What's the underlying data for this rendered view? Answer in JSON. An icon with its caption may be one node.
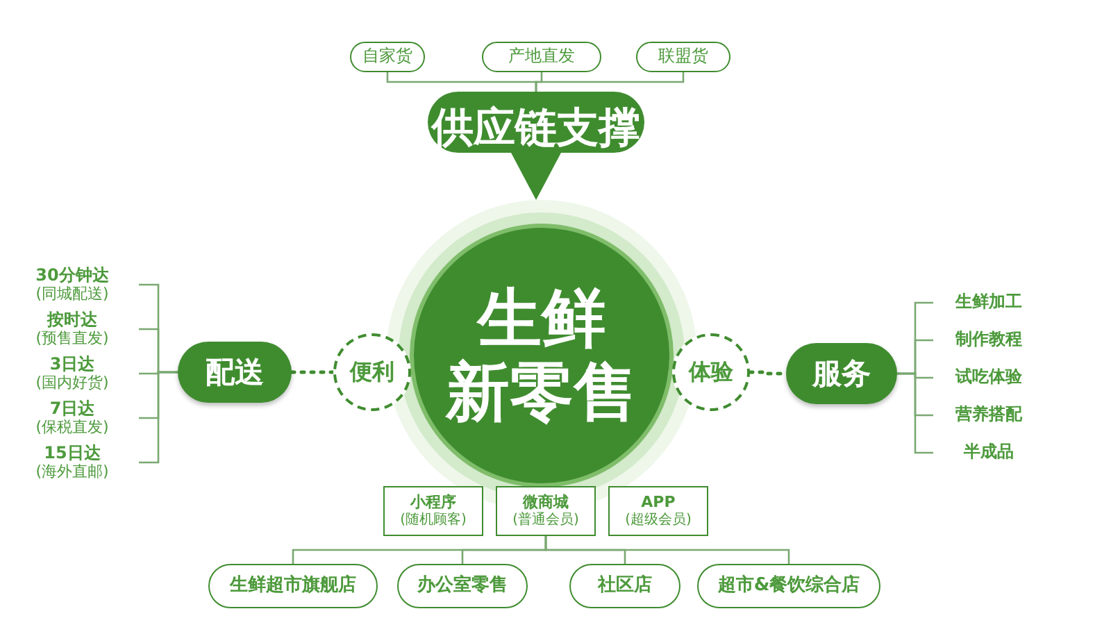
{
  "diagram": {
    "nodes": [
      {
        "text": [
          "自家货"
        ]
      },
      {
        "text": [
          "产地直发"
        ]
      },
      {
        "text": [
          "联盟货"
        ]
      },
      {
        "text": [
          "供应链支撑"
        ]
      },
      {
        "text": [
          "生鲜",
          "新零售"
        ]
      },
      {
        "text": [
          "便利"
        ]
      },
      {
        "text": [
          "体验"
        ]
      },
      {
        "text": [
          "配送"
        ]
      },
      {
        "text": [
          "服务"
        ]
      },
      {
        "text": [
          "30分钟达",
          "(同城配送)"
        ]
      },
      {
        "text": [
          "按时达",
          "(预售直发)"
        ]
      },
      {
        "text": [
          "3日达",
          "(国内好货)"
        ]
      },
      {
        "text": [
          "7日达",
          "(保税直发)"
        ]
      },
      {
        "text": [
          "15日达",
          "(海外直邮)"
        ]
      },
      {
        "text": [
          "生鲜加工"
        ]
      },
      {
        "text": [
          "制作教程"
        ]
      },
      {
        "text": [
          "试吃体验"
        ]
      },
      {
        "text": [
          "营养搭配"
        ]
      },
      {
        "text": [
          "半成品"
        ]
      },
      {
        "text": [
          "小程序",
          "(随机顾客)"
        ]
      },
      {
        "text": [
          "微商城",
          "(普通会员)"
        ]
      },
      {
        "text": [
          "APP",
          "(超级会员)"
        ]
      },
      {
        "text": [
          "生鲜超市旗舰店"
        ]
      },
      {
        "text": [
          "办公室零售"
        ]
      },
      {
        "text": [
          "社区店"
        ]
      },
      {
        "text": [
          "超市&餐饮综合店"
        ]
      }
    ],
    "edges": [
      {
        "from": 0,
        "to": 3,
        "arrow": "none"
      },
      {
        "from": 1,
        "to": 3,
        "arrow": "none"
      },
      {
        "from": 2,
        "to": 3,
        "arrow": "none"
      },
      {
        "from": 7,
        "to": 5,
        "arrow": "none",
        "style": "dashed"
      },
      {
        "from": 6,
        "to": 8,
        "arrow": "none",
        "style": "dashed"
      },
      {
        "from": 7,
        "to": 9,
        "arrow": "none"
      },
      {
        "from": 7,
        "to": 10,
        "arrow": "none"
      },
      {
        "from": 7,
        "to": 11,
        "arrow": "none"
      },
      {
        "from": 7,
        "to": 12,
        "arrow": "none"
      },
      {
        "from": 7,
        "to": 13,
        "arrow": "none"
      },
      {
        "from": 8,
        "to": 14,
        "arrow": "none"
      },
      {
        "from": 8,
        "to": 15,
        "arrow": "none"
      },
      {
        "from": 8,
        "to": 16,
        "arrow": "none"
      },
      {
        "from": 8,
        "to": 17,
        "arrow": "none"
      },
      {
        "from": 8,
        "to": 18,
        "arrow": "none"
      },
      {
        "from": 20,
        "to": 22,
        "arrow": "none"
      },
      {
        "from": 20,
        "to": 23,
        "arrow": "none"
      },
      {
        "from": 20,
        "to": 24,
        "arrow": "none"
      },
      {
        "from": 20,
        "to": 25,
        "arrow": "none"
      }
    ]
  }
}
